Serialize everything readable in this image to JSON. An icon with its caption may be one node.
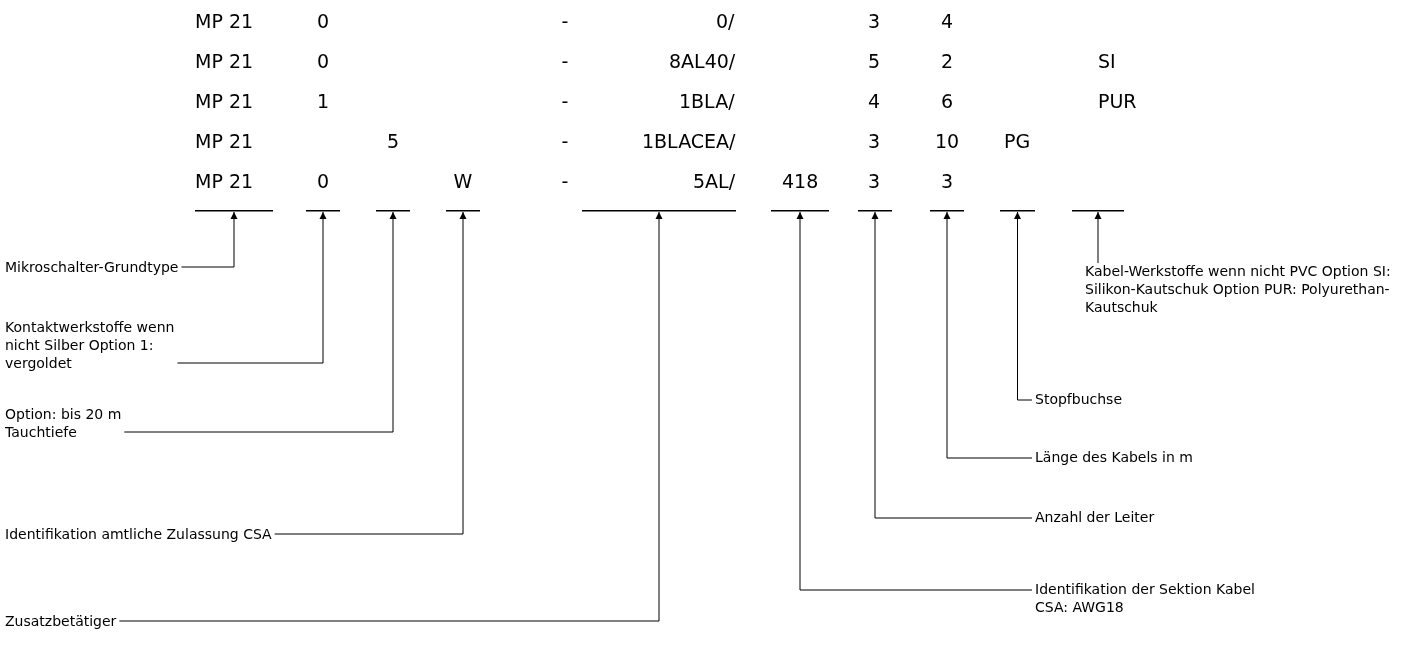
{
  "diagram": {
    "nodes": [
      {
        "text": [],
        "shape": "bar"
      },
      {
        "text": [],
        "shape": "bar"
      },
      {
        "text": [],
        "shape": "bar"
      },
      {
        "text": [],
        "shape": "bar"
      },
      {
        "text": [],
        "shape": "bar"
      },
      {
        "text": [],
        "shape": "bar"
      },
      {
        "text": [],
        "shape": "bar"
      },
      {
        "text": [],
        "shape": "bar"
      },
      {
        "text": [],
        "shape": "bar"
      },
      {
        "text": [],
        "shape": "bar"
      },
      {
        "text": [
          "Mikroschalter-Grundtype"
        ]
      },
      {
        "text": [
          "Kontaktwerkstoffe wenn nicht Silber Option 1: vergoldet"
        ]
      },
      {
        "text": [
          "Option: bis 20 m Tauchtiefe"
        ]
      },
      {
        "text": [
          "Identifikation amtliche Zulassung CSA"
        ]
      },
      {
        "text": [
          "Zusatzbetätiger"
        ]
      },
      {
        "text": [
          "Identifikation der Sektion Kabel CSA: AWG18"
        ]
      },
      {
        "text": [
          "Anzahl der Leiter"
        ]
      },
      {
        "text": [
          "Länge des Kabels in m"
        ]
      },
      {
        "text": [
          "Stopfbuchse"
        ]
      },
      {
        "text": [
          "Kabel-Werkstoffe wenn nicht PVC Option SI: Silikon-Kautschuk Option PUR: Polyurethan-Kautschuk"
        ]
      }
    ],
    "edges": [
      {
        "from": 10,
        "to": 0,
        "arrow": "to"
      },
      {
        "from": 11,
        "to": 1,
        "arrow": "to"
      },
      {
        "from": 12,
        "to": 2,
        "arrow": "to"
      },
      {
        "from": 13,
        "to": 3,
        "arrow": "to"
      },
      {
        "from": 14,
        "to": 4,
        "arrow": "to"
      },
      {
        "from": 15,
        "to": 5,
        "arrow": "to"
      },
      {
        "from": 16,
        "to": 6,
        "arrow": "to"
      },
      {
        "from": 17,
        "to": 7,
        "arrow": "to"
      },
      {
        "from": 18,
        "to": 8,
        "arrow": "to"
      },
      {
        "from": 19,
        "to": 9,
        "arrow": "to"
      }
    ],
    "labels": [
      "MP 21",
      "0",
      "-",
      "0/",
      "3",
      "4",
      "MP 21",
      "0",
      "-",
      "8AL40/",
      "5",
      "2",
      "SI",
      "MP 21",
      "1",
      "-",
      "1BLA/",
      "4",
      "6",
      "PUR",
      "MP 21",
      "5",
      "-",
      "1BLACEA/",
      "3",
      "10",
      "PG",
      "MP 21",
      "0",
      "W",
      "-",
      "5AL/",
      "418",
      "3",
      "3"
    ]
  }
}
